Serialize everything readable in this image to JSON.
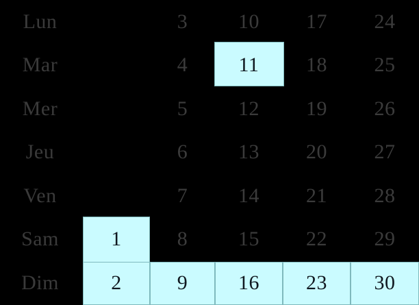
{
  "calendar": {
    "locale_language": "fr",
    "orientation": "day-rows-week-columns",
    "colors": {
      "background": "#000000",
      "highlight_fill": "#cafbff",
      "highlight_border": "#7fb9bd",
      "text_on_background": "#3b3b3b",
      "text_on_highlight": "#101820"
    },
    "day_labels": [
      "Lun",
      "Mar",
      "Mer",
      "Jeu",
      "Ven",
      "Sam",
      "Dim"
    ],
    "week_columns": 5,
    "rows": [
      {
        "day": "Lun",
        "dates": [
          "",
          "3",
          "10",
          "17",
          "24"
        ],
        "highlighted": [
          false,
          false,
          false,
          false,
          false
        ]
      },
      {
        "day": "Mar",
        "dates": [
          "",
          "4",
          "11",
          "18",
          "25"
        ],
        "highlighted": [
          false,
          false,
          true,
          false,
          false
        ]
      },
      {
        "day": "Mer",
        "dates": [
          "",
          "5",
          "12",
          "19",
          "26"
        ],
        "highlighted": [
          false,
          false,
          false,
          false,
          false
        ]
      },
      {
        "day": "Jeu",
        "dates": [
          "",
          "6",
          "13",
          "20",
          "27"
        ],
        "highlighted": [
          false,
          false,
          false,
          false,
          false
        ]
      },
      {
        "day": "Ven",
        "dates": [
          "",
          "7",
          "14",
          "21",
          "28"
        ],
        "highlighted": [
          false,
          false,
          false,
          false,
          false
        ]
      },
      {
        "day": "Sam",
        "dates": [
          "1",
          "8",
          "15",
          "22",
          "29"
        ],
        "highlighted": [
          true,
          false,
          false,
          false,
          false
        ]
      },
      {
        "day": "Dim",
        "dates": [
          "2",
          "9",
          "16",
          "23",
          "30"
        ],
        "highlighted": [
          true,
          true,
          true,
          true,
          true
        ]
      }
    ],
    "selected_dates": [
      "1",
      "2",
      "9",
      "11",
      "16",
      "23",
      "30"
    ]
  }
}
